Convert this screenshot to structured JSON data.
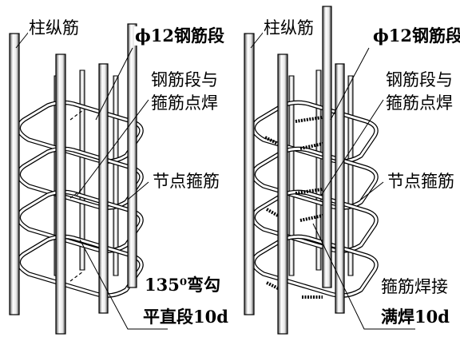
{
  "left": {
    "column_bar_label": "柱纵筋",
    "segment_label": "ϕ12钢筋段",
    "weld_point_label_line1": "钢筋段与",
    "weld_point_label_line2": "箍筋点焊",
    "node_stirrup_label": "节点箍筋",
    "hook_label_line1": "135⁰弯勾",
    "hook_label_line2": "平直段10d"
  },
  "right": {
    "column_bar_label": "柱纵筋",
    "segment_label": "ϕ12钢筋段",
    "weld_point_label_line1": "钢筋段与",
    "weld_point_label_line2": "箍筋点焊",
    "node_stirrup_label": "节点箍筋",
    "full_weld_label_line1": "箍筋焊接",
    "full_weld_label_line2": "满焊10d"
  }
}
